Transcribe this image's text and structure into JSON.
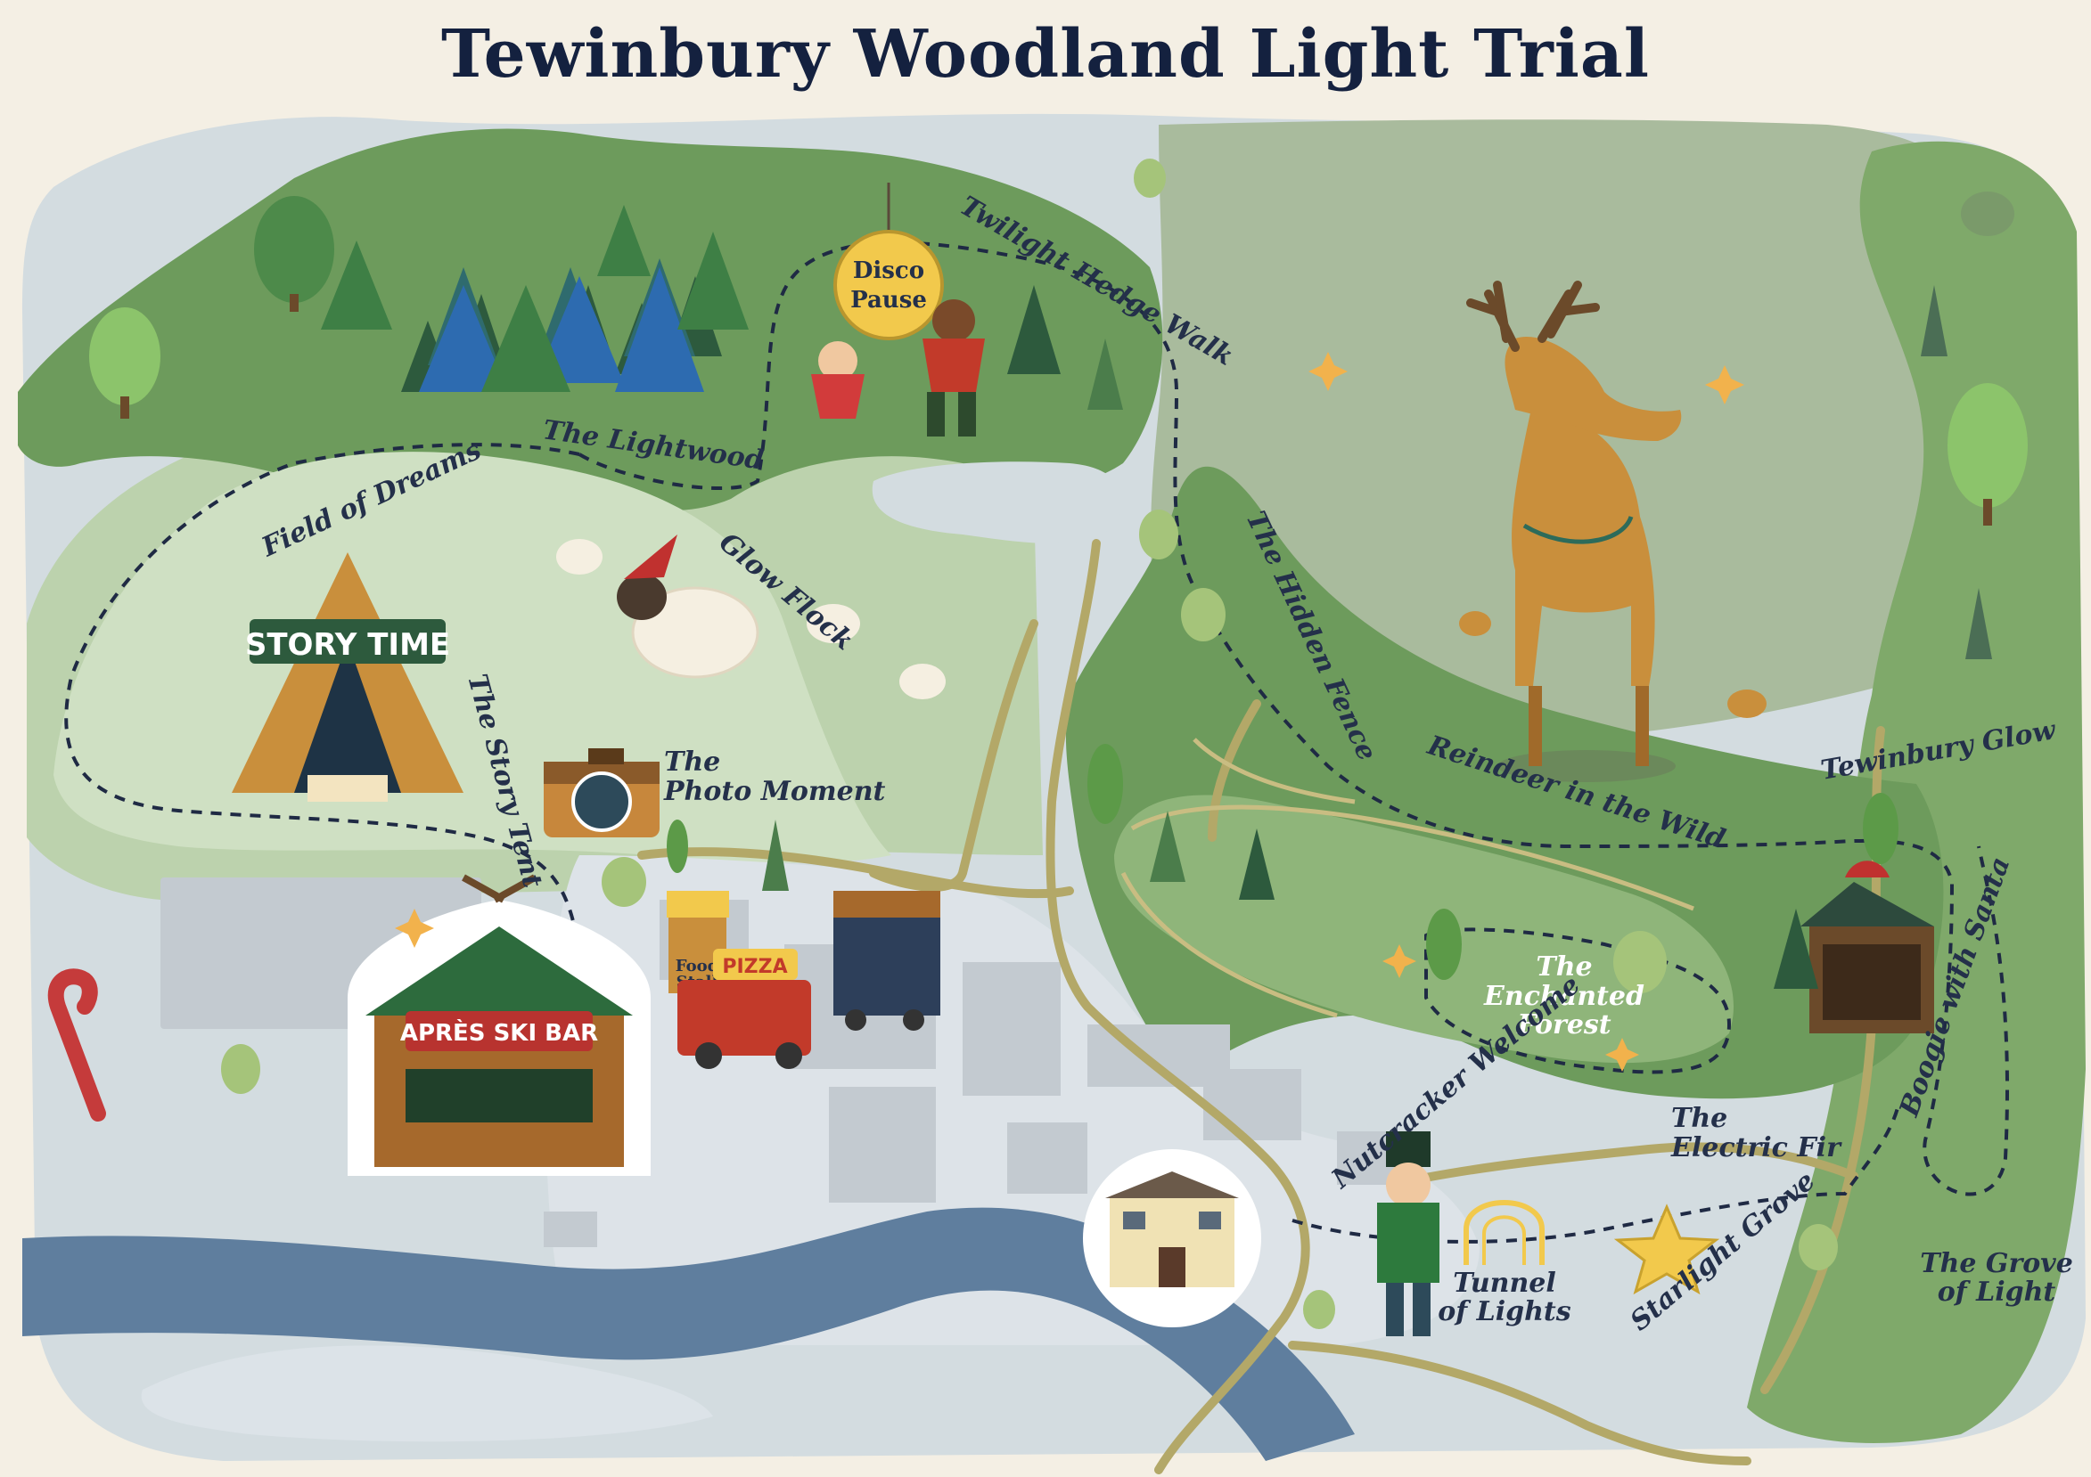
{
  "title": "Tewinbury Woodland Light Trial",
  "labels": {
    "lightwood": "The Lightwood",
    "twilight": "Twilight Hedge Walk",
    "disco1": "Disco",
    "disco2": "Pause",
    "field": "Field of Dreams",
    "glow_flock": "Glow Flock",
    "story_time": "STORY TIME",
    "story_tent": "The Story Tent",
    "photo1": "The",
    "photo2": "Photo Moment",
    "hidden_fence": "The Hidden Fence",
    "reindeer": "Reindeer in the Wild",
    "tewinbury_glow": "Tewinbury Glow",
    "enchanted1": "The",
    "enchanted2": "Enchanted",
    "enchanted3": "Forest",
    "apres": "APRÈS SKI BAR",
    "food1": "Food",
    "food2": "Stall",
    "pizza": "PIZZA",
    "nutcracker": "Nutcracker Welcome",
    "electric1": "The",
    "electric2": "Electric Fir",
    "boogie": "Boogie with Santa",
    "tunnel1": "Tunnel",
    "tunnel2": "of Lights",
    "starlight": "Starlight Grove",
    "grove1": "The Grove",
    "grove2": "of Light"
  },
  "colors": {
    "bg": "#f4efe4",
    "water": "#d3dce0",
    "grass_dark": "#5f9152",
    "grass_mid": "#7fa96a",
    "grass_light": "#a7c594",
    "grass_pale": "#c7d9b9",
    "river": "#5f7e9e",
    "buildings": "#bfc6cc",
    "path": "#b3a868",
    "trail": "#1f2a44"
  }
}
